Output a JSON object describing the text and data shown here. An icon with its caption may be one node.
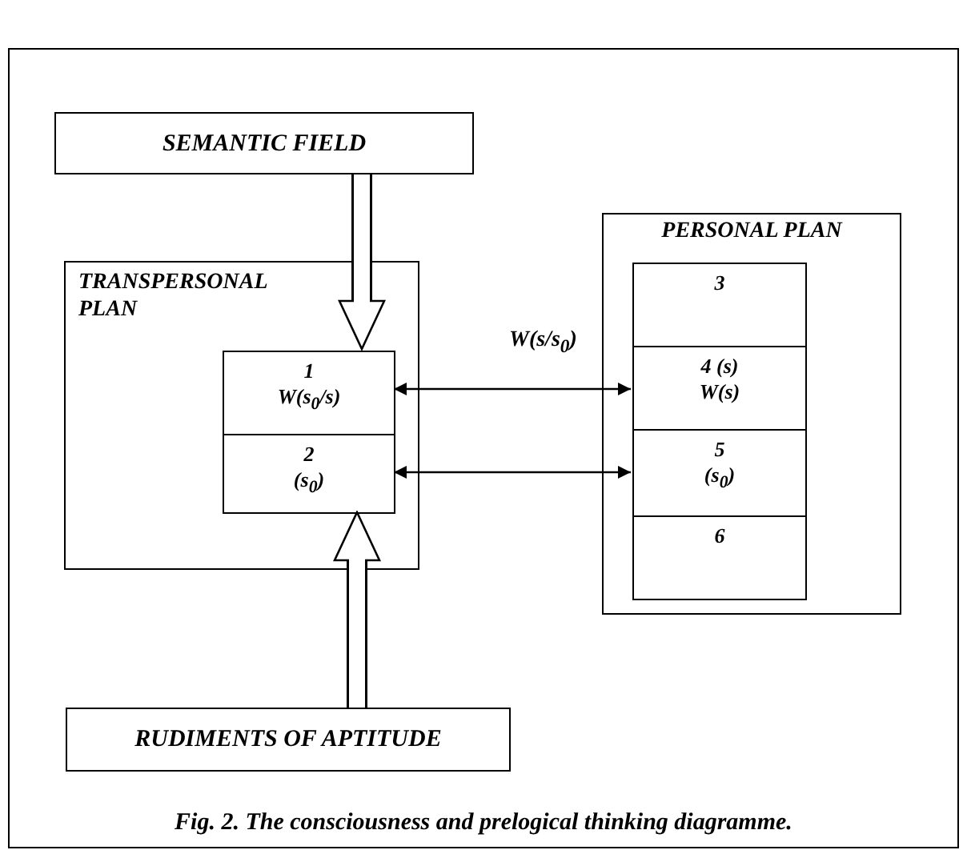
{
  "diagram": {
    "caption": "Fig. 2. The consciousness and prelogical thinking diagramme.",
    "nodes": [
      {
        "text": [
          "SEMANTIC FIELD"
        ]
      },
      {
        "text": [
          "TRANSPERSONAL PLAN"
        ]
      },
      {
        "text": [
          "1",
          "W(s$_{0}$/s)"
        ],
        "in": 1
      },
      {
        "text": [
          "2",
          "(s$_{0}$)"
        ],
        "in": 1
      },
      {
        "text": [
          "PERSONAL PLAN"
        ]
      },
      {
        "text": [
          "3"
        ],
        "in": 4
      },
      {
        "text": [
          "4 (s)",
          "W(s)"
        ],
        "in": 4
      },
      {
        "text": [
          "5",
          "(s$_{0}$)"
        ],
        "in": 4
      },
      {
        "text": [
          "6"
        ],
        "in": 4
      },
      {
        "text": [
          "RUDIMENTS OF APTITUDE"
        ]
      }
    ],
    "edges": [
      {
        "from": 0,
        "to": 2,
        "arrow": "to",
        "style": "thick"
      },
      {
        "from": 9,
        "to": 3,
        "arrow": "to",
        "style": "thick"
      },
      {
        "from": 2,
        "to": 6,
        "arrow": "both",
        "label": "W(s/s$_{0}$)"
      },
      {
        "from": 3,
        "to": 7,
        "arrow": "both"
      }
    ]
  }
}
